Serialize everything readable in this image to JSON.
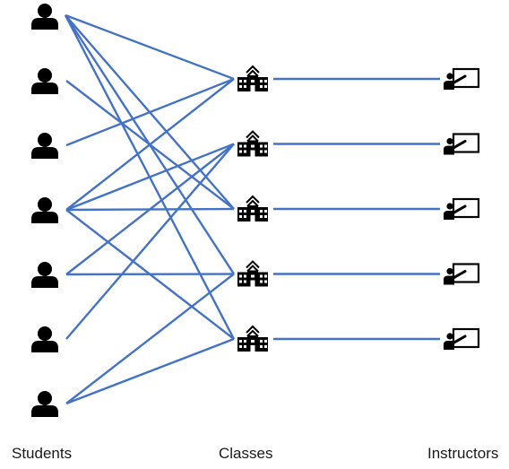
{
  "labels": {
    "students": "Students",
    "classes": "Classes",
    "instructors": "Instructors"
  },
  "edge_color": "#4472C4",
  "icon_color": "#000000",
  "counts": {
    "students": 7,
    "classes": 5,
    "instructors": 5
  },
  "student_class_links": [
    [
      1,
      1
    ],
    [
      1,
      3
    ],
    [
      1,
      4
    ],
    [
      1,
      5
    ],
    [
      2,
      3
    ],
    [
      3,
      1
    ],
    [
      4,
      1
    ],
    [
      4,
      2
    ],
    [
      4,
      3
    ],
    [
      4,
      5
    ],
    [
      5,
      2
    ],
    [
      5,
      4
    ],
    [
      6,
      2
    ],
    [
      7,
      4
    ],
    [
      7,
      5
    ]
  ],
  "class_instructor_links": [
    [
      1,
      1
    ],
    [
      2,
      2
    ],
    [
      3,
      3
    ],
    [
      4,
      4
    ],
    [
      5,
      5
    ]
  ],
  "icons": {
    "student": "person-icon",
    "class": "school-building-icon",
    "instructor": "teacher-whiteboard-icon"
  }
}
